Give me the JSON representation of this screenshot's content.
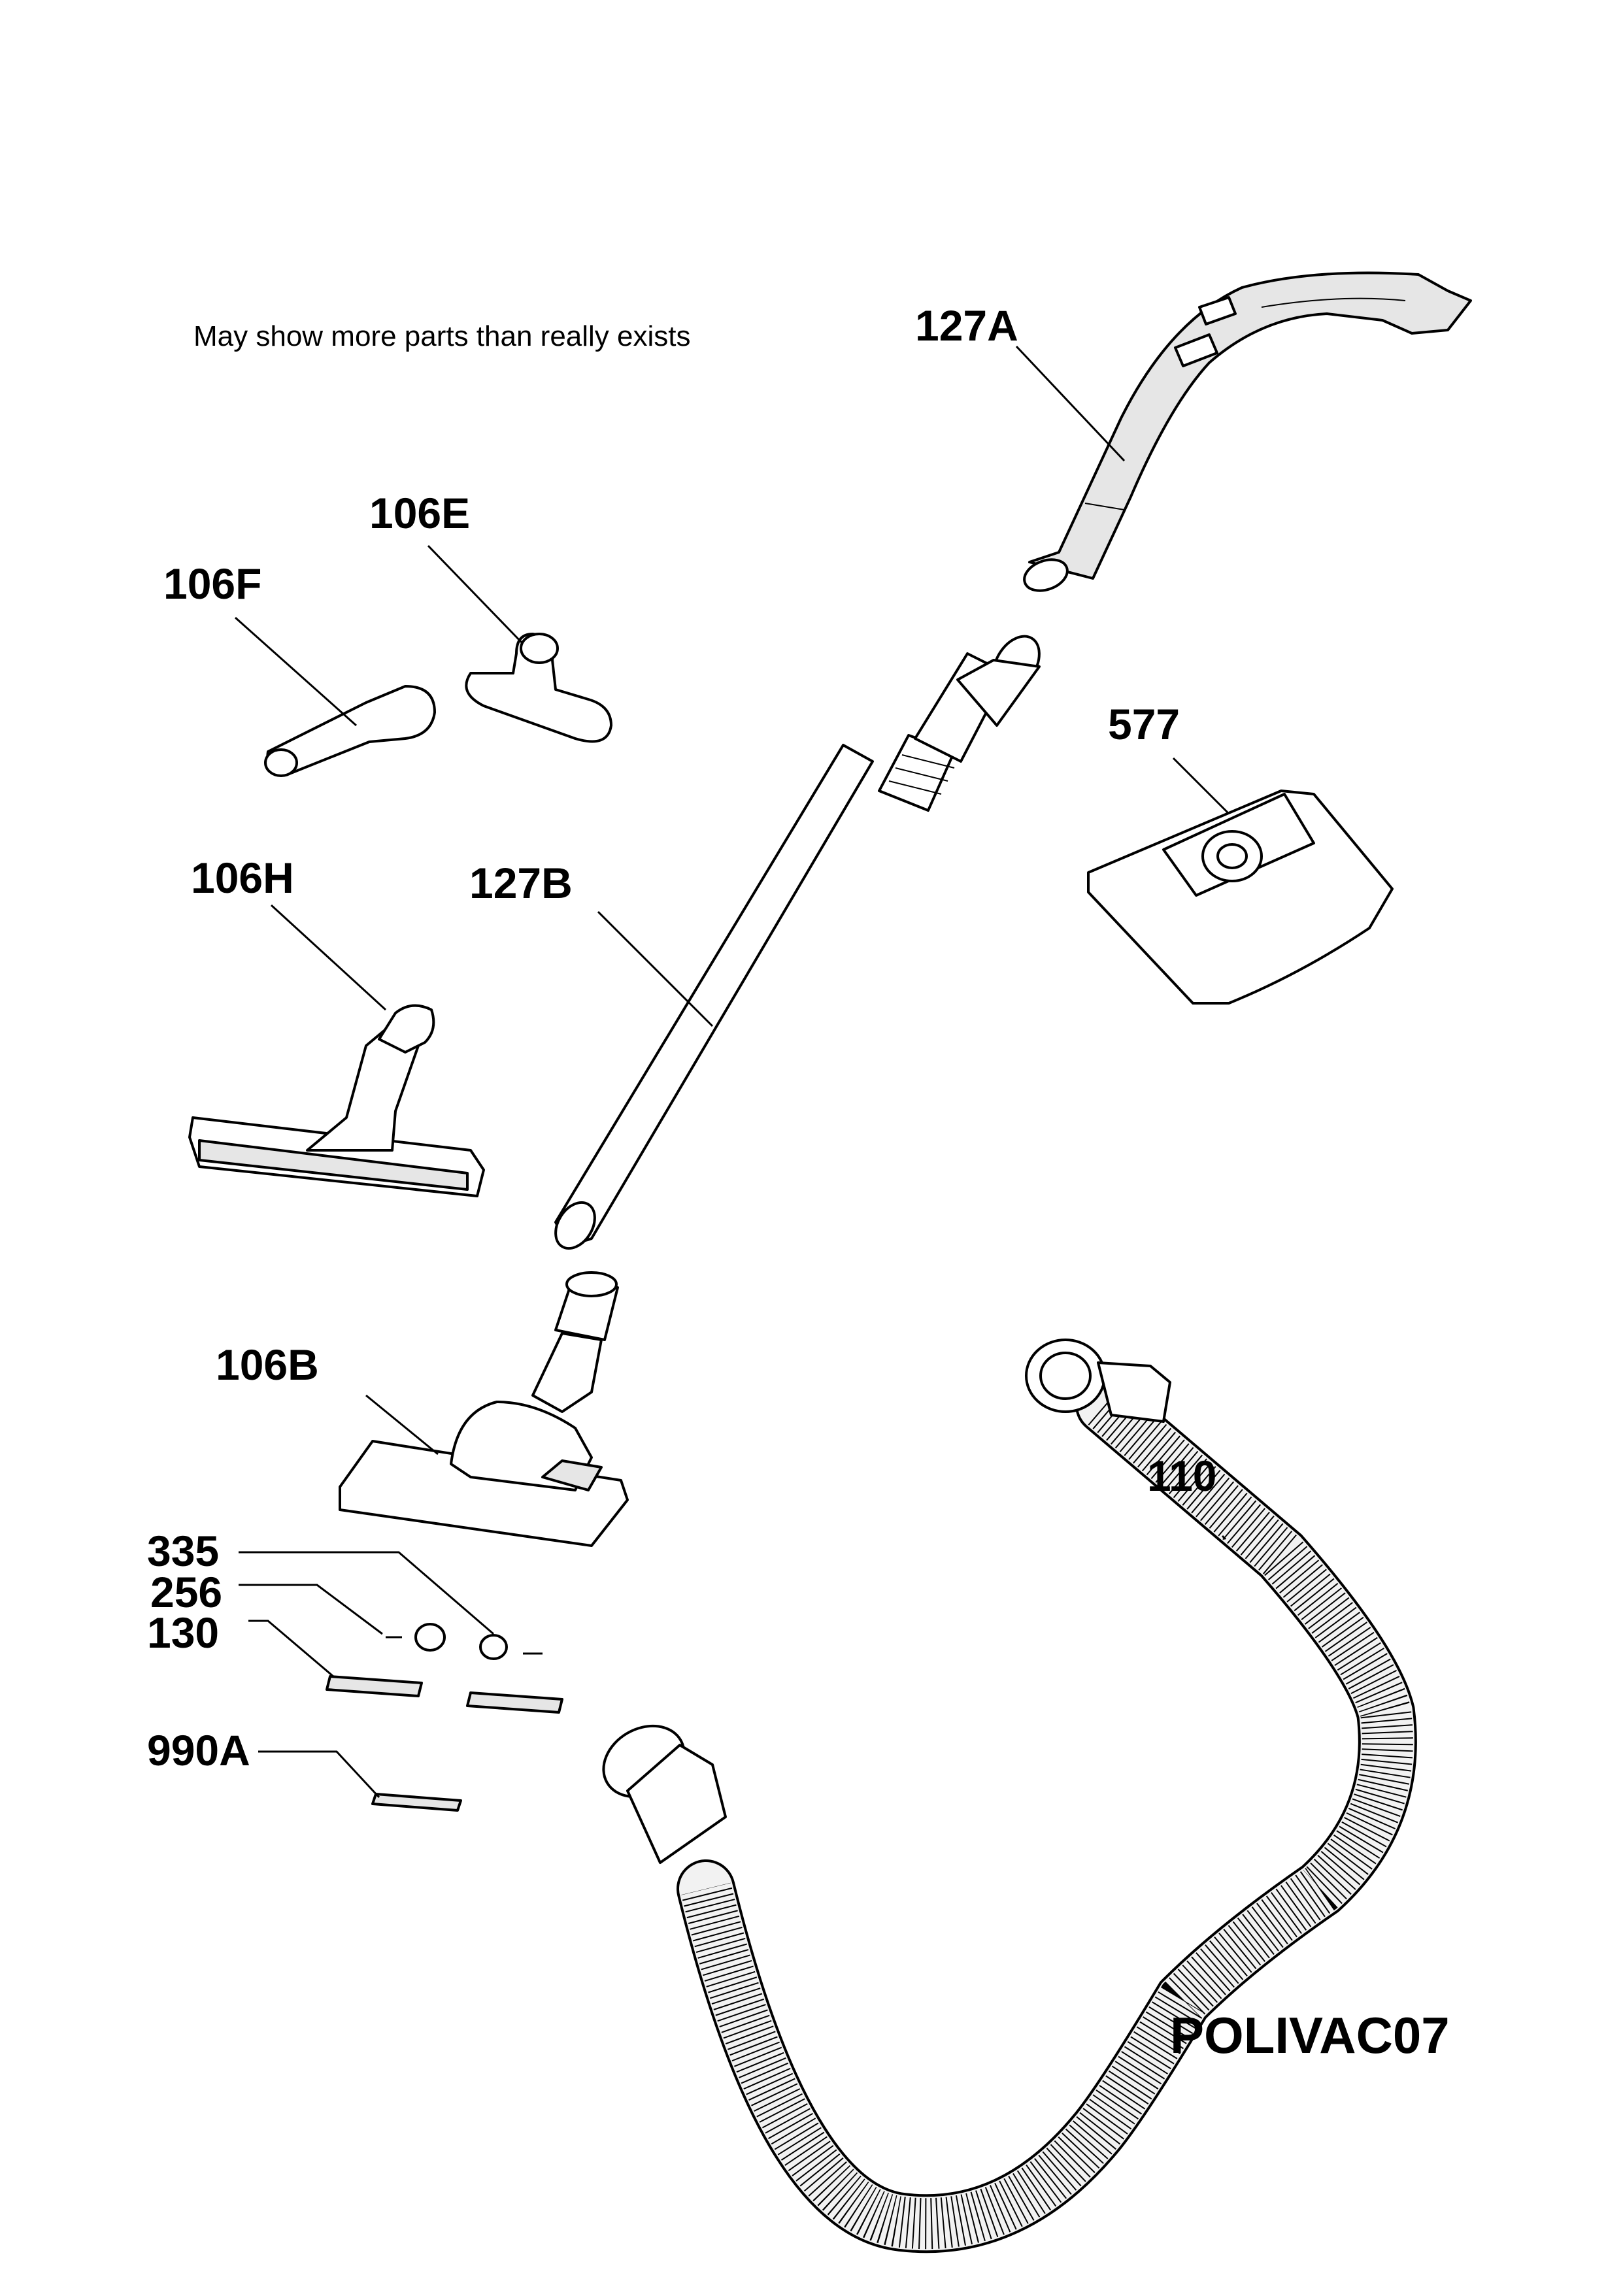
{
  "note": "May show more parts than really exists",
  "diagram_code": "POLIVAC07",
  "parts": [
    {
      "id": "p127A",
      "label": "127A",
      "name": "handle"
    },
    {
      "id": "p106E",
      "label": "106E",
      "name": "upholstery-nozzle"
    },
    {
      "id": "p106F",
      "label": "106F",
      "name": "crevice-tool"
    },
    {
      "id": "p577",
      "label": "577",
      "name": "dust-bag"
    },
    {
      "id": "p106H",
      "label": "106H",
      "name": "parquet-nozzle"
    },
    {
      "id": "p127B",
      "label": "127B",
      "name": "telescopic-tube"
    },
    {
      "id": "p106B",
      "label": "106B",
      "name": "floor-nozzle"
    },
    {
      "id": "p110",
      "label": "110",
      "name": "hose"
    },
    {
      "id": "p335",
      "label": "335",
      "name": "small-part"
    },
    {
      "id": "p256",
      "label": "256",
      "name": "wheel"
    },
    {
      "id": "p130",
      "label": "130",
      "name": "strip"
    },
    {
      "id": "p990A",
      "label": "990A",
      "name": "strip-set"
    }
  ]
}
